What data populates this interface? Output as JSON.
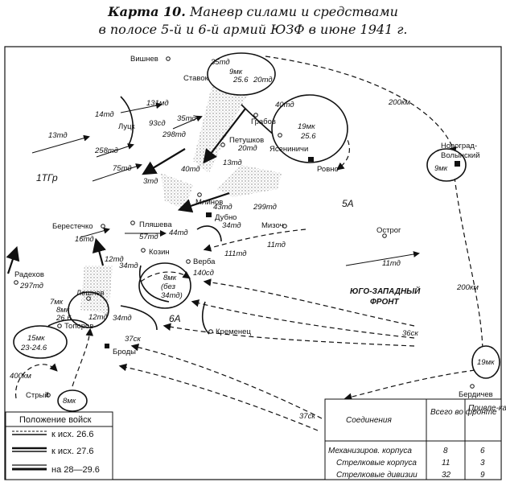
{
  "title": {
    "line1_bold": "Карта 10.",
    "line1_rest": " Маневр силами и средствами",
    "line2": "в полосе 5-й и 6-й армий ЮЗФ в июне 1941 г."
  },
  "cities": [
    {
      "name": "Вишнев"
    },
    {
      "name": "Ставок"
    },
    {
      "name": "Грабов"
    },
    {
      "name": "Луцк"
    },
    {
      "name": "Петушков"
    },
    {
      "name": "Ясениничи"
    },
    {
      "name": "Ровно"
    },
    {
      "name": "Новоград-"
    },
    {
      "name": "Волынский"
    },
    {
      "name": "Млинов"
    },
    {
      "name": "Дубно"
    },
    {
      "name": "Берестечко"
    },
    {
      "name": "Пляшева"
    },
    {
      "name": "Мизоч"
    },
    {
      "name": "Острог"
    },
    {
      "name": "Козин"
    },
    {
      "name": "Верба"
    },
    {
      "name": "Радехов"
    },
    {
      "name": "Лешнев"
    },
    {
      "name": "Топоров"
    },
    {
      "name": "Кременец"
    },
    {
      "name": "Броды"
    },
    {
      "name": "Стрый"
    },
    {
      "name": "Бердичев"
    }
  ],
  "units": [
    {
      "label": "35тд"
    },
    {
      "label": "9мк"
    },
    {
      "label": "25.6"
    },
    {
      "label": "20тд"
    },
    {
      "label": "131мд"
    },
    {
      "label": "14тд"
    },
    {
      "label": "93сд"
    },
    {
      "label": "35тд"
    },
    {
      "label": "13тд"
    },
    {
      "label": "258тд"
    },
    {
      "label": "75тд"
    },
    {
      "label": "298тд"
    },
    {
      "label": "3тд"
    },
    {
      "label": "40тд"
    },
    {
      "label": "19мк"
    },
    {
      "label": "25.6"
    },
    {
      "label": "20тд"
    },
    {
      "label": "13тд"
    },
    {
      "label": "40тд"
    },
    {
      "label": "43тд"
    },
    {
      "label": "299тд"
    },
    {
      "label": "16тд"
    },
    {
      "label": "57тд"
    },
    {
      "label": "44тд"
    },
    {
      "label": "34тд"
    },
    {
      "label": "111тд"
    },
    {
      "label": "12тд"
    },
    {
      "label": "34тд"
    },
    {
      "label": "140сд"
    },
    {
      "label": "8мк"
    },
    {
      "label": "(без"
    },
    {
      "label": "34тд)"
    },
    {
      "label": "297тд"
    },
    {
      "label": "7мк"
    },
    {
      "label": "8мк"
    },
    {
      "label": "26.6"
    },
    {
      "label": "12тд"
    },
    {
      "label": "34тд"
    },
    {
      "label": "37ск"
    },
    {
      "label": "15мк"
    },
    {
      "label": "23-24.6"
    },
    {
      "label": "8мк"
    },
    {
      "label": "37ск"
    },
    {
      "label": "36ск"
    },
    {
      "label": "11тд"
    },
    {
      "label": "11тд"
    },
    {
      "label": "9мк"
    },
    {
      "label": "19мк"
    },
    {
      "label": "1ТГр"
    },
    {
      "label": "5А"
    },
    {
      "label": "6А"
    }
  ],
  "distances": [
    {
      "label": "200км"
    },
    {
      "label": "200км"
    },
    {
      "label": "400км"
    }
  ],
  "front_label": {
    "line1": "ЮГО-ЗАПАДНЫЙ",
    "line2": "ФРОНТ"
  },
  "legend": {
    "title": "Положение войск",
    "items": [
      {
        "label": "к исх. 26.6"
      },
      {
        "label": "к исх. 27.6"
      },
      {
        "label": "на 28—29.6"
      }
    ]
  },
  "table": {
    "headers": [
      "Соединения",
      "Всего во фронте",
      "Привле-калось к маневру"
    ],
    "rows": [
      {
        "name": "Механизиров. корпуса",
        "total": "8",
        "maneuver": "6"
      },
      {
        "name": "Стрелковые корпуса",
        "total": "11",
        "maneuver": "3"
      },
      {
        "name": "Стрелковые дивизии",
        "total": "32",
        "maneuver": "9"
      }
    ]
  },
  "colors": {
    "ink": "#111111",
    "paper": "#ffffff",
    "stipple": "#bdbdbd"
  }
}
